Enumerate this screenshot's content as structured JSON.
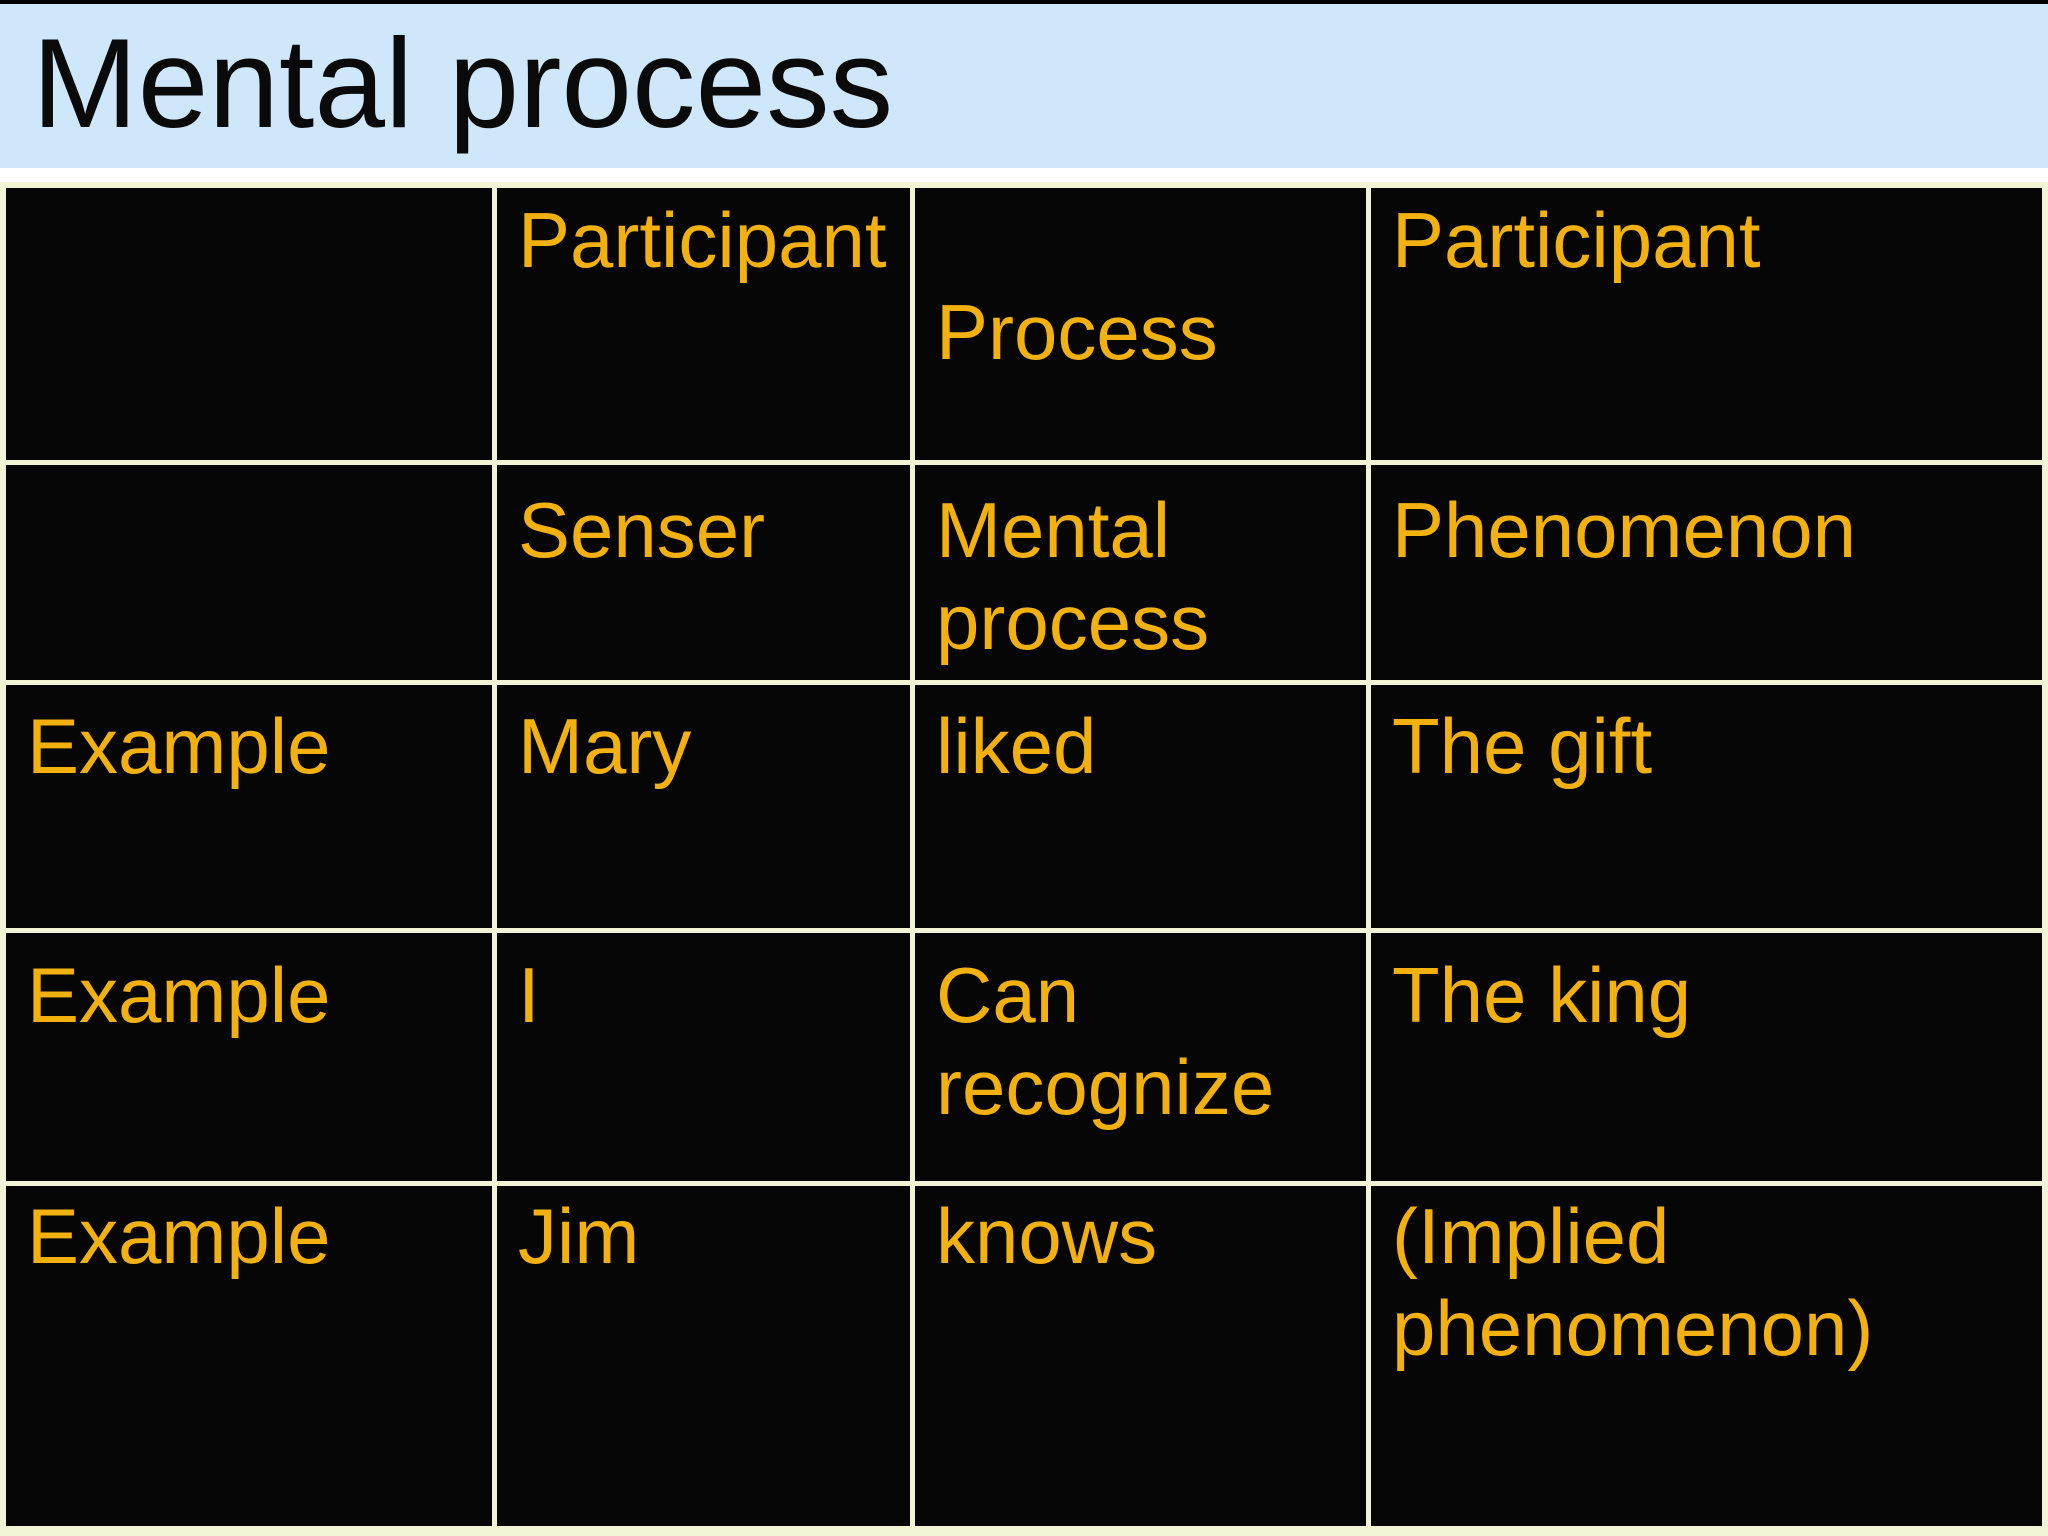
{
  "slide": {
    "title": "Mental process"
  },
  "table": {
    "header_row": {
      "row_label": "",
      "participant_left": "Participant",
      "process": "Process",
      "participant_right": "Participant"
    },
    "subheader_row": {
      "row_label": "",
      "senser": "Senser",
      "mental_process": "Mental process",
      "phenomenon": "Phenomenon"
    },
    "example_rows": [
      {
        "label": "Example",
        "senser": "Mary",
        "process": "liked",
        "phenomenon": "The gift"
      },
      {
        "label": "Example",
        "senser": "I",
        "process": "Can recognize",
        "phenomenon": "The king"
      },
      {
        "label": "Example",
        "senser": "Jim",
        "process": "knows",
        "phenomenon": "(Implied phenomenon)"
      }
    ]
  },
  "colors": {
    "title_band_bg": "#cee7fb",
    "title_text": "#0a0a0a",
    "table_border": "#f2f4d5",
    "cell_bg": "#060606",
    "cell_text": "#f2b10e"
  }
}
